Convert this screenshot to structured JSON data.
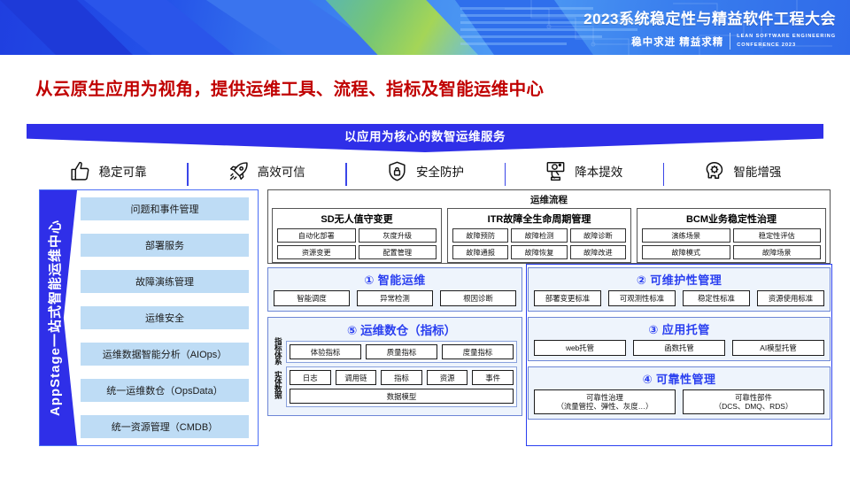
{
  "header": {
    "title": "2023系统稳定性与精益软件工程大会",
    "subtitle_cn": "稳中求进 精益求精",
    "subtitle_en_line1": "LEAN SOFTWARE ENGINEERING",
    "subtitle_en_line2": "CONFERENCE 2023"
  },
  "main_title": "从云原生应用为视角，提供运维工具、流程、指标及智能运维中心",
  "service_band": {
    "label": "以应用为核心的数智运维服务"
  },
  "features": [
    {
      "icon": "thumbs-up-icon",
      "label": "稳定可靠"
    },
    {
      "icon": "rocket-icon",
      "label": "高效可信"
    },
    {
      "icon": "shield-lock-icon",
      "label": "安全防护"
    },
    {
      "icon": "money-coin-icon",
      "label": "降本提效"
    },
    {
      "icon": "brain-gear-icon",
      "label": "智能增强"
    }
  ],
  "sidebar": {
    "banner": "AppStage一站式智能运维中心",
    "items": [
      {
        "label": "问题和事件管理"
      },
      {
        "label": "部署服务"
      },
      {
        "label": "故障演练管理"
      },
      {
        "label": "运维安全"
      },
      {
        "label": "运维数据智能分析（AIOps）"
      },
      {
        "label": "统一运维数仓（OpsData）"
      },
      {
        "label": "统一资源管理（CMDB）"
      }
    ]
  },
  "process": {
    "title": "运维流程",
    "groups": [
      {
        "title": "SD无人值守变更",
        "items": [
          "自动化部署",
          "灰度升级",
          "资源变更",
          "配置管理"
        ]
      },
      {
        "title": "ITR故障全生命周期管理",
        "items": [
          "故障预防",
          "故障检测",
          "故障诊断",
          "故障通报",
          "故障恢复",
          "故障改进"
        ]
      },
      {
        "title": "BCM业务稳定性治理",
        "items": [
          "演练场景",
          "稳定性评估",
          "故障模式",
          "故障场景"
        ]
      }
    ]
  },
  "aiops": {
    "title": "① 智能运维",
    "items": [
      "智能调度",
      "异常检测",
      "根因诊断"
    ]
  },
  "datawarehouse": {
    "title": "⑤ 运维数仓（指标）",
    "side_label_1": "指标体系",
    "side_label_2": "实体数据",
    "metrics": [
      "体验指标",
      "质量指标",
      "度量指标"
    ],
    "entities": [
      "日志",
      "调用链",
      "指标",
      "资源",
      "事件"
    ],
    "model": "数据模型"
  },
  "maintainability": {
    "title": "② 可维护性管理",
    "items": [
      "部署变更标准",
      "可观测性标准",
      "稳定性标准",
      "资源使用标准"
    ]
  },
  "hosting": {
    "title": "③ 应用托管",
    "items": [
      "web托管",
      "函数托管",
      "AI模型托管"
    ]
  },
  "reliability": {
    "title": "④ 可靠性管理",
    "items": [
      {
        "line1": "可靠性治理",
        "line2": "（流量管控、弹性、灰度…）"
      },
      {
        "line1": "可靠性部件",
        "line2": "（DCS、DMQ、RDS）"
      }
    ]
  },
  "colors": {
    "header_blue": "#2350e8",
    "title_red": "#c00000",
    "band_blue": "#2f2fe8",
    "accent_blue": "#2a3ff0",
    "sidebar_item": "#bedcf5",
    "panel_bg": "#eef4fc"
  }
}
